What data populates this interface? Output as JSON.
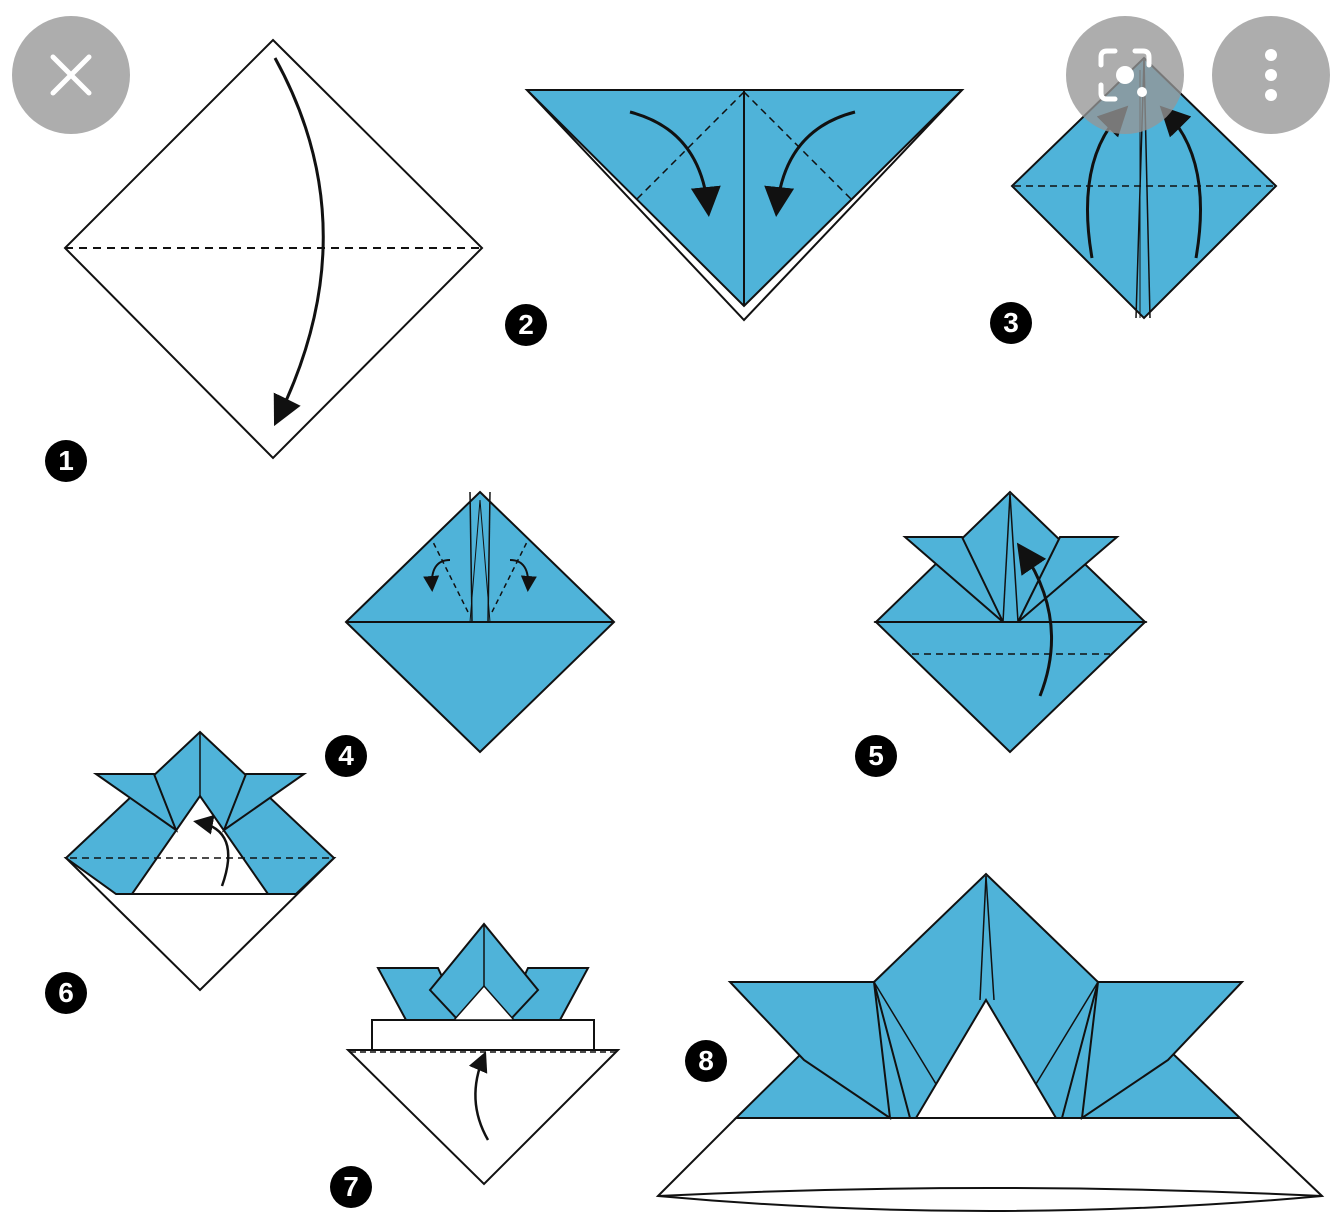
{
  "colors": {
    "paper_blue": "#4fb3d9",
    "paper_white": "#ffffff",
    "outline": "#111111",
    "overlay_button": "#969696"
  },
  "controls": {
    "close": {
      "icon": "close-icon"
    },
    "lens": {
      "icon": "visual-search-icon"
    },
    "more": {
      "icon": "more-vertical-icon"
    }
  },
  "steps": [
    {
      "number": "1"
    },
    {
      "number": "2"
    },
    {
      "number": "3"
    },
    {
      "number": "4"
    },
    {
      "number": "5"
    },
    {
      "number": "6"
    },
    {
      "number": "7"
    },
    {
      "number": "8"
    }
  ]
}
